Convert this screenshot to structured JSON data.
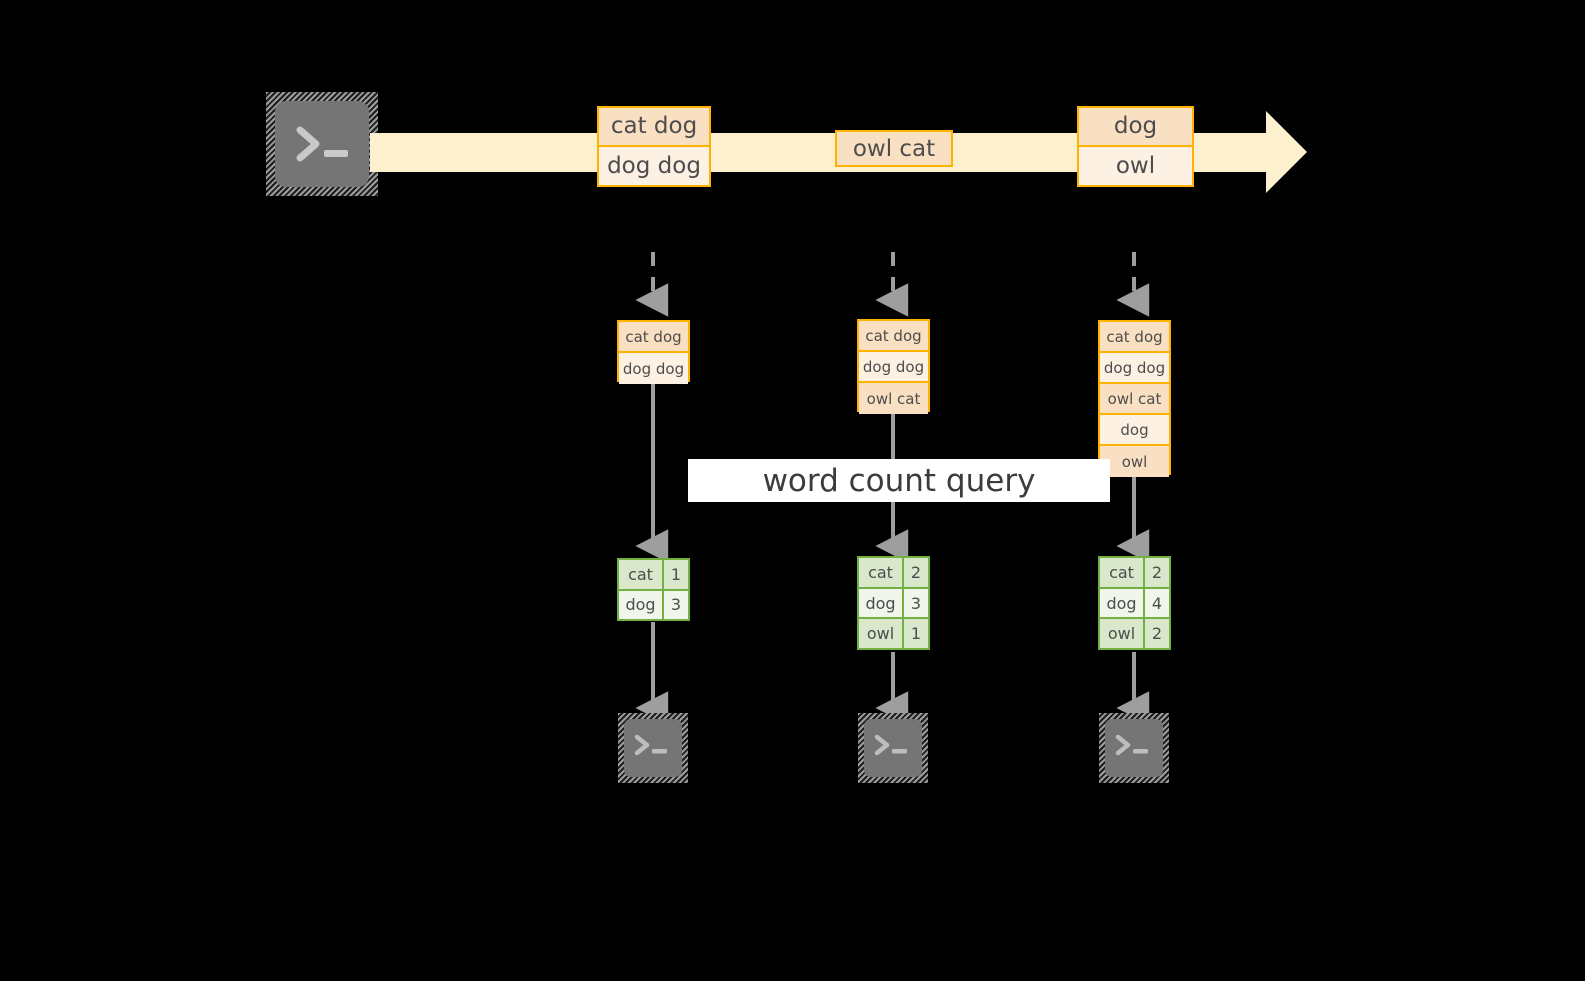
{
  "diagram": {
    "title_banner": "word count query",
    "colors": {
      "background": "#000000",
      "stream_bar": "#fdf0cf",
      "event_border": "#ffb300",
      "event_fill_dark": "#fae0c2",
      "event_fill_light": "#fdf1e4",
      "result_border": "#72b043",
      "result_fill_dark": "#d9e7cb",
      "result_fill_light": "#f1f6ec",
      "arrow_gray": "#9e9e9e",
      "terminal_fill": "#757575",
      "banner_fill": "#ffffff",
      "text": "#4d4d4d"
    },
    "source_terminal": {
      "icon": "terminal-prompt-icon",
      "glyph": ">_"
    },
    "stream": {
      "events": [
        {
          "id": "event-1",
          "lines": [
            "cat dog",
            "dog dog"
          ]
        },
        {
          "id": "event-2",
          "lines": [
            "owl cat"
          ]
        },
        {
          "id": "event-3",
          "lines": [
            "dog",
            "owl"
          ]
        }
      ]
    },
    "columns": [
      {
        "id": "snapshot-1",
        "accumulated": [
          "cat dog",
          "dog dog"
        ],
        "results": [
          {
            "word": "cat",
            "count": "1"
          },
          {
            "word": "dog",
            "count": "3"
          }
        ],
        "sink_terminal": {
          "icon": "terminal-prompt-icon",
          "glyph": ">_"
        }
      },
      {
        "id": "snapshot-2",
        "accumulated": [
          "cat dog",
          "dog dog",
          "owl cat"
        ],
        "results": [
          {
            "word": "cat",
            "count": "2"
          },
          {
            "word": "dog",
            "count": "3"
          },
          {
            "word": "owl",
            "count": "1"
          }
        ],
        "sink_terminal": {
          "icon": "terminal-prompt-icon",
          "glyph": ">_"
        }
      },
      {
        "id": "snapshot-3",
        "accumulated": [
          "cat dog",
          "dog dog",
          "owl cat",
          "dog",
          "owl"
        ],
        "results": [
          {
            "word": "cat",
            "count": "2"
          },
          {
            "word": "dog",
            "count": "4"
          },
          {
            "word": "owl",
            "count": "2"
          }
        ],
        "sink_terminal": {
          "icon": "terminal-prompt-icon",
          "glyph": ">_"
        }
      }
    ]
  }
}
